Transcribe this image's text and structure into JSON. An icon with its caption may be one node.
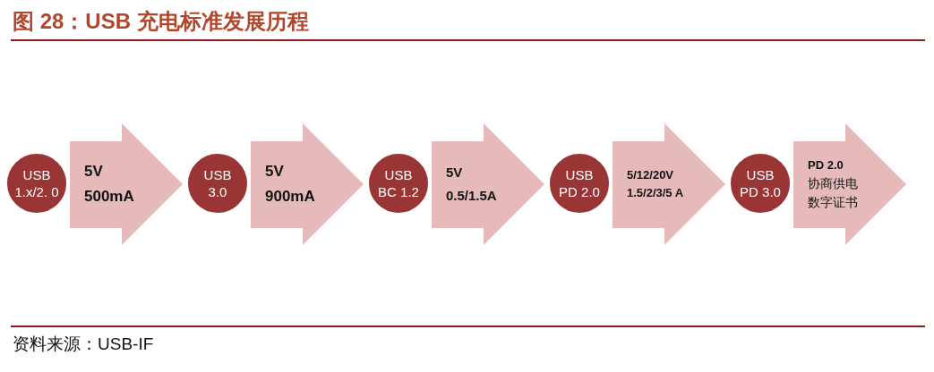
{
  "diagram": {
    "title": "图 28：USB 充电标准发展历程",
    "caption": "资料来源：USB-IF",
    "nodes": [
      {
        "text": [
          "USB 1.x/2. 0"
        ]
      },
      {
        "text": [
          "5V",
          "500mA"
        ]
      },
      {
        "text": [
          "USB 3.0"
        ]
      },
      {
        "text": [
          "5V",
          "900mA"
        ]
      },
      {
        "text": [
          "USB BC 1.2"
        ]
      },
      {
        "text": [
          "5V",
          "0.5/1.5A"
        ]
      },
      {
        "text": [
          "USB PD 2.0"
        ]
      },
      {
        "text": [
          "5/12/20V",
          "1.5/2/3/5 A"
        ]
      },
      {
        "text": [
          "USB PD 3.0"
        ]
      },
      {
        "text": [
          "PD 2.0",
          "协商供电",
          "数字证书"
        ]
      }
    ]
  }
}
